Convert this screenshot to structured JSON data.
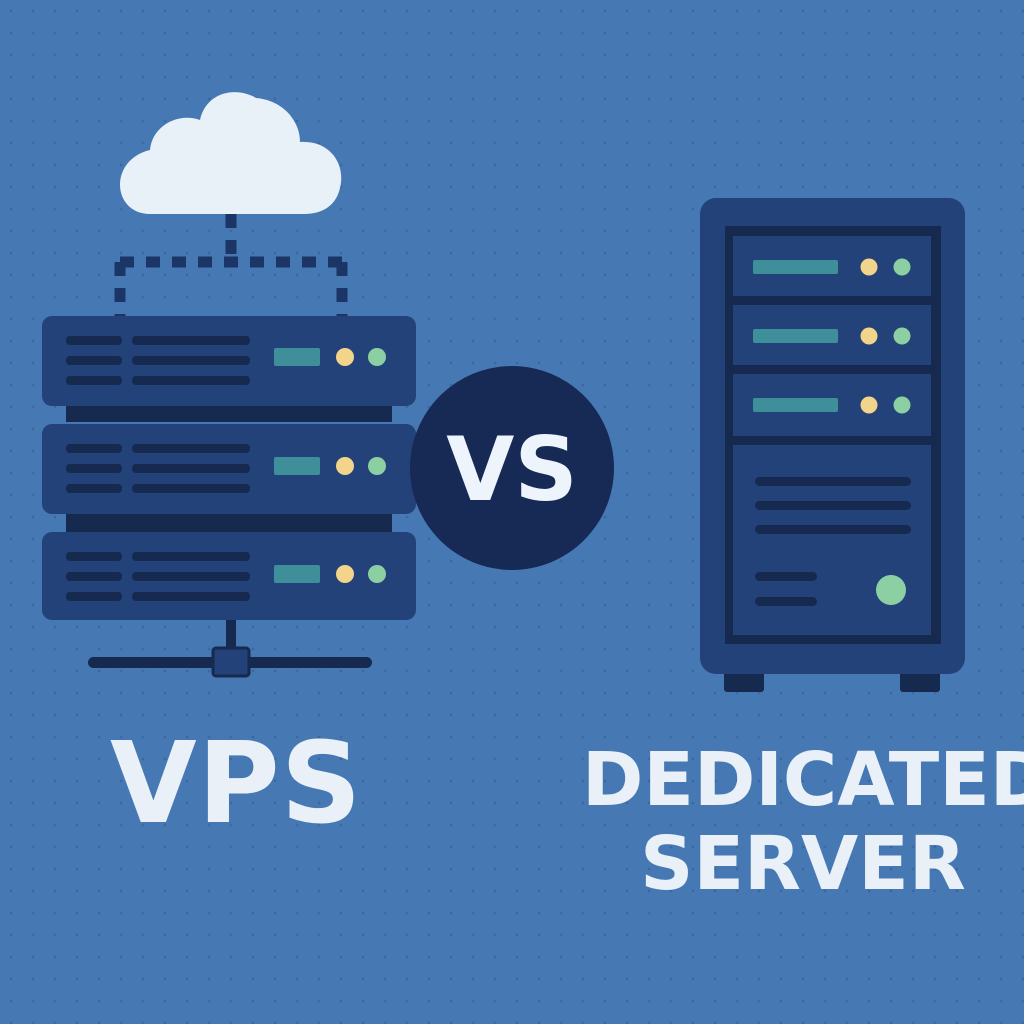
{
  "colors": {
    "background": "#4679b3",
    "server_body": "#23427a",
    "server_dark": "#16294f",
    "cloud": "#e8f0f8",
    "indicator_teal": "#3f8f9a",
    "led_yellow": "#f2d58a",
    "led_green": "#8ccfa2",
    "vs_badge": "#172a55",
    "label_text": "#e9f0f8"
  },
  "icons": {
    "cloud": "cloud-icon",
    "vps_stack": "server-stack-icon",
    "network": "network-hub-icon",
    "tower": "server-tower-icon"
  },
  "badge": {
    "text": "VS"
  },
  "labels": {
    "vps": "VPS",
    "dedicated_line1": "DEDICATED",
    "dedicated_line2": "SERVER"
  }
}
